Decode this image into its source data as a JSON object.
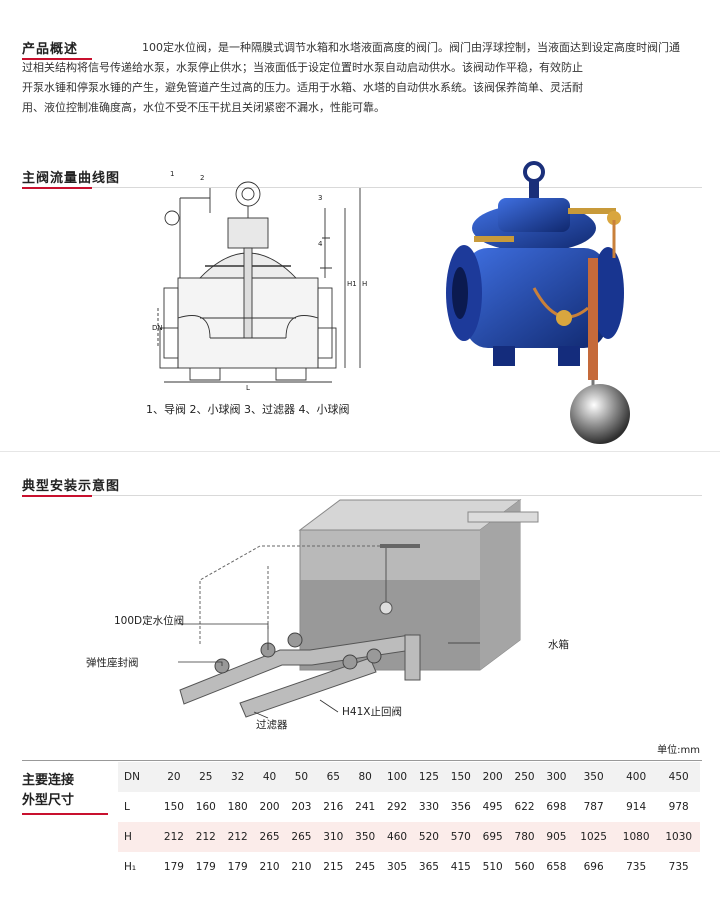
{
  "sections": {
    "overview": "产品概述",
    "flow_curve": "主阀流量曲线图",
    "install": "典型安装示意图",
    "dims": "主要连接外型尺寸"
  },
  "intro": {
    "line1": "100定水位阀，是一种隔膜式调节水箱和水塔液面高度的阀门。阀门由浮球控制，当液面达到设定高度时阀门通",
    "line2": "过相关结构将信号传递给水泵，水泵停止供水；当液面低于设定位置时水泵自动启动供水。该阀动作平稳，有效防止",
    "line3": "开泵水锤和停泵水锤的产生，避免管道产生过高的压力。适用于水箱、水塔的自动供水系统。该阀保养简单、灵活耐",
    "line4": "用、液位控制准确度高，水位不受不压干扰且关闭紧密不漏水，性能可靠。"
  },
  "diagram": {
    "caption": "1、导阀   2、小球阀   3、过滤器   4、小球阀",
    "callouts": [
      "1",
      "2",
      "3",
      "4"
    ],
    "dim_labels": {
      "dn": "DN",
      "h": "H",
      "h1": "H1",
      "l": "L"
    }
  },
  "install": {
    "label_valve": "100D定水位阀",
    "label_seal": "弹性座封阀",
    "label_filter": "过滤器",
    "label_check": "H41X止回阀",
    "label_tank": "水箱"
  },
  "table": {
    "unit": "单位:mm",
    "side_title_1": "主要连接",
    "side_title_2": "外型尺寸",
    "rows": [
      {
        "name": "DN",
        "values": [
          "20",
          "25",
          "32",
          "40",
          "50",
          "65",
          "80",
          "100",
          "125",
          "150",
          "200",
          "250",
          "300",
          "350",
          "400",
          "450"
        ]
      },
      {
        "name": "L",
        "values": [
          "150",
          "160",
          "180",
          "200",
          "203",
          "216",
          "241",
          "292",
          "330",
          "356",
          "495",
          "622",
          "698",
          "787",
          "914",
          "978"
        ]
      },
      {
        "name": "H",
        "values": [
          "212",
          "212",
          "212",
          "265",
          "265",
          "310",
          "350",
          "460",
          "520",
          "570",
          "695",
          "780",
          "905",
          "1025",
          "1080",
          "1030"
        ]
      },
      {
        "name": "H₁",
        "values": [
          "179",
          "179",
          "179",
          "210",
          "210",
          "215",
          "245",
          "305",
          "365",
          "415",
          "510",
          "560",
          "658",
          "696",
          "735",
          "735"
        ]
      }
    ]
  },
  "colors": {
    "accent": "#c8102e",
    "valve_blue": "#1a3fa8",
    "band": "#fbecea"
  }
}
